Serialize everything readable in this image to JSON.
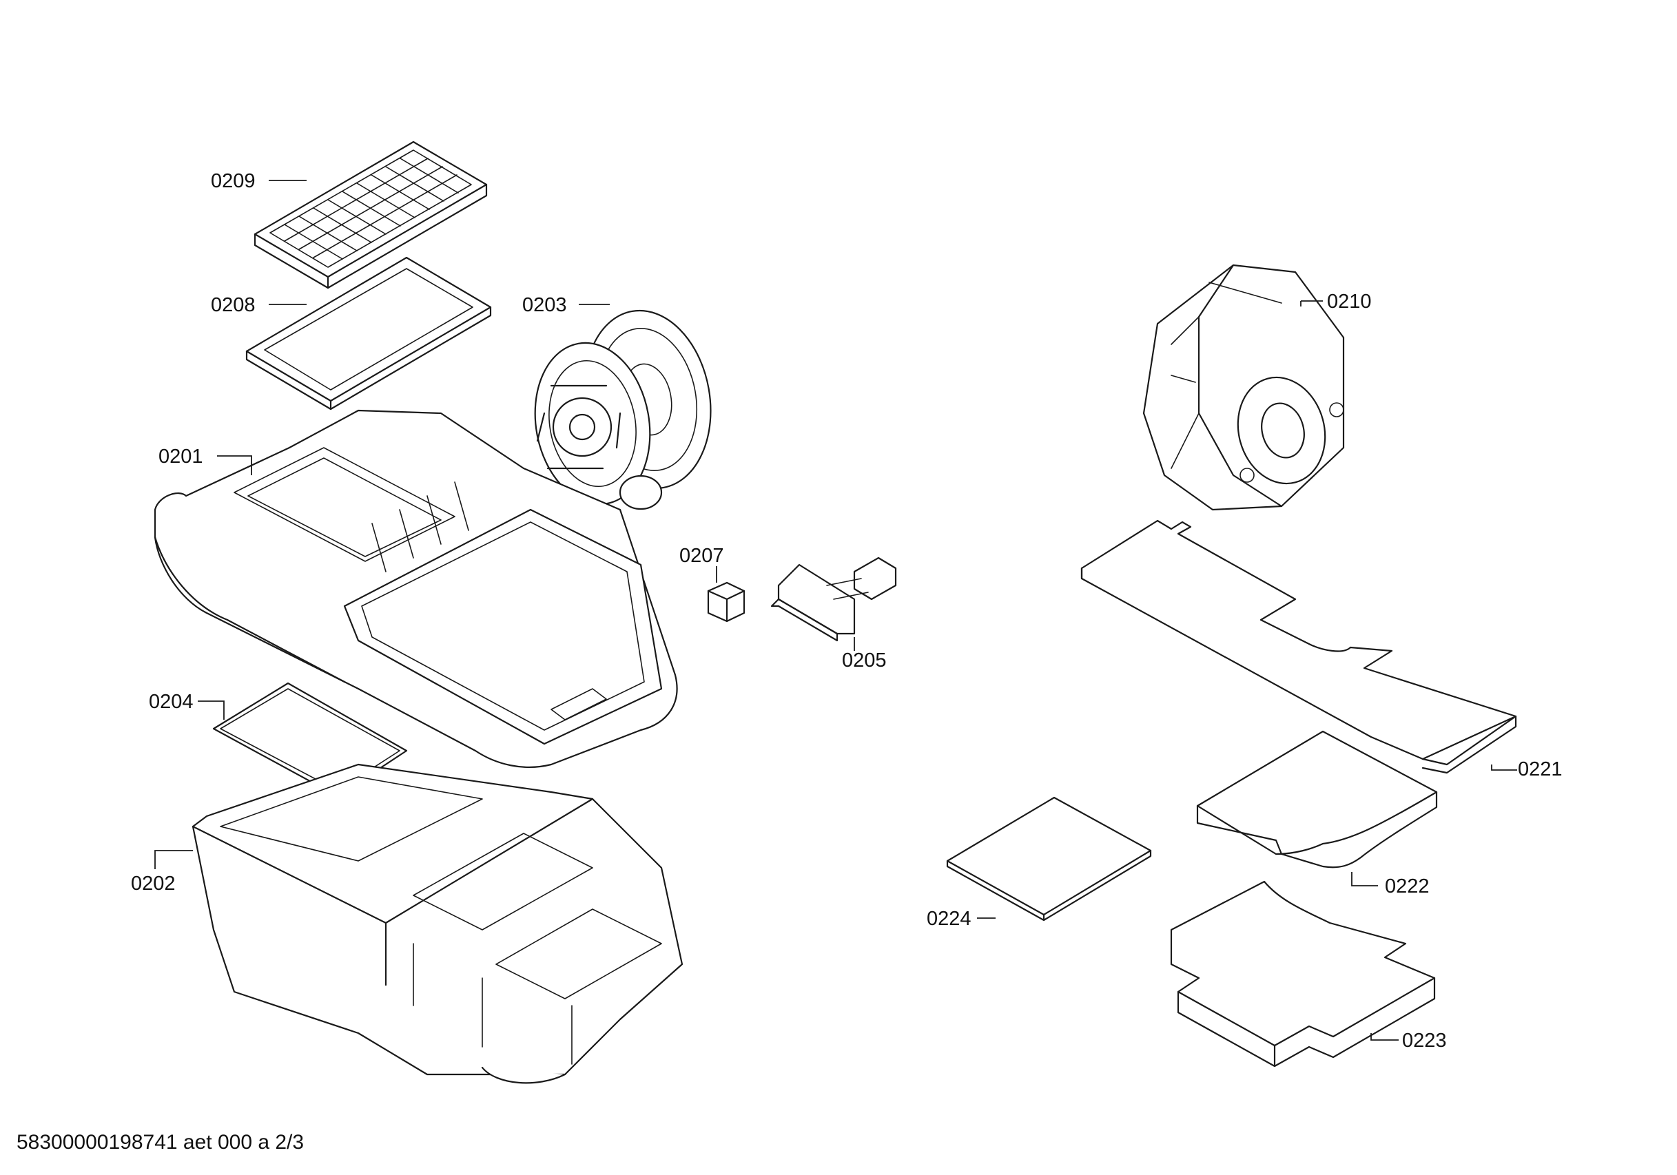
{
  "labels": {
    "p0209": "0209",
    "p0208": "0208",
    "p0203": "0203",
    "p0201": "0201",
    "p0207": "0207",
    "p0205": "0205",
    "p0204": "0204",
    "p0202": "0202",
    "p0210": "0210",
    "p0221": "0221",
    "p0222": "0222",
    "p0224": "0224",
    "p0223": "0223"
  },
  "footer": "58300000198741 aet 000 a 2/3"
}
